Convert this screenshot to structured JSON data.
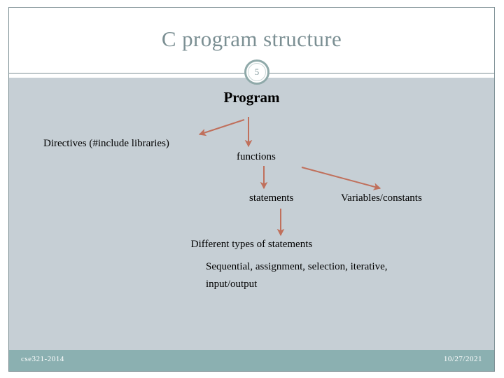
{
  "slide": {
    "title": "C program structure",
    "slide_number": "5",
    "accent_color": "#7b8f93",
    "body_background": "#c6cfd5",
    "arrow_color": "#c0705c",
    "footer_background": "#8bb0b1"
  },
  "diagram": {
    "type": "tree",
    "nodes": [
      {
        "id": "program",
        "label": "Program"
      },
      {
        "id": "directives",
        "label": "Directives (#include libraries)"
      },
      {
        "id": "functions",
        "label": "functions"
      },
      {
        "id": "statements",
        "label": "statements"
      },
      {
        "id": "variables",
        "label": "Variables/constants"
      },
      {
        "id": "different-types",
        "label": "Different types of statements"
      },
      {
        "id": "statement-kinds",
        "label": "Sequential, assignment, selection, iterative, input/output"
      }
    ],
    "edges": [
      {
        "from": "program",
        "to": "directives"
      },
      {
        "from": "program",
        "to": "functions"
      },
      {
        "from": "functions",
        "to": "statements"
      },
      {
        "from": "functions",
        "to": "variables"
      },
      {
        "from": "statements",
        "to": "different-types"
      }
    ]
  },
  "footer": {
    "course": "cse321-2014",
    "date": "10/27/2021"
  }
}
